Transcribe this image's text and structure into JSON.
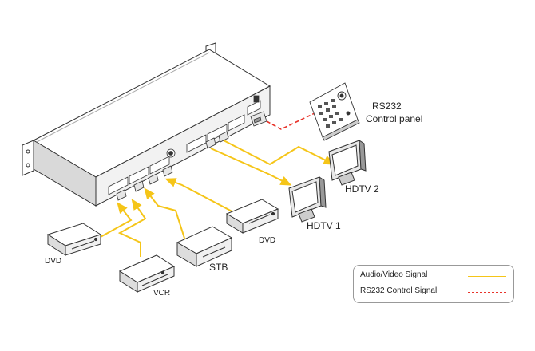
{
  "labels": {
    "rs232_title": "RS232",
    "rs232_sub": "Control panel",
    "hdtv2": "HDTV 2",
    "hdtv1": "HDTV 1",
    "dvd_left": "DVD",
    "dvd_right": "DVD",
    "vcr": "VCR",
    "stb": "STB"
  },
  "legend": {
    "av_signal": "Audio/Video Signal",
    "rs232_signal": "RS232 Control Signal"
  },
  "colors": {
    "av_line": "#f5c518",
    "rs232_line": "#e8332a",
    "device_outline": "#333333"
  }
}
